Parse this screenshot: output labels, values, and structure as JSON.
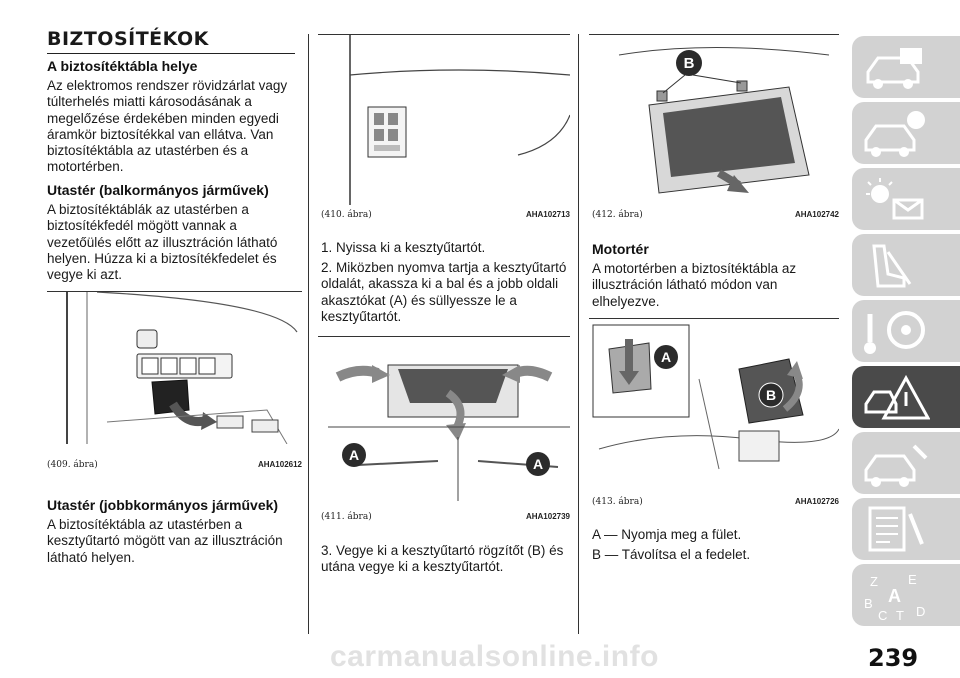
{
  "section_title": "BIZTOSÍTÉKOK",
  "col1": {
    "heading1": "A biztosítéktábla helye",
    "para1": "Az elektromos rendszer rövidzárlat vagy túlterhelés miatti károsodásának a megelőzése érdekében minden egyedi áramkör biztosítékkal van ellátva. Van biztosítéktábla az utastérben és a motortérben.",
    "heading2": "Utastér (balkormányos járművek)",
    "para2": "A biztosítéktáblák az utastérben a biztosítékfedél mögött vannak a vezetőülés előtt az illusztráción látható helyen. Húzza ki a biztosítékfedelet és vegye ki azt.",
    "fig_caption": "(409. ábra)",
    "fig_code": "AHA102612",
    "heading3": "Utastér (jobbkormányos járművek)",
    "para3": "A biztosítéktábla az utastérben a kesztyűtartó mögött van az illusztráción látható helyen."
  },
  "col2": {
    "fig1_caption": "(410. ábra)",
    "fig1_code": "AHA102713",
    "step1": "1. Nyissa ki a kesztyűtartót.",
    "step2": "2. Miközben nyomva tartja a kesztyűtartó oldalát, akassza ki a bal és a jobb oldali akasztókat (A) és süllyessze le a kesztyűtartót.",
    "fig2_caption": "(411. ábra)",
    "fig2_code": "AHA102739",
    "step3": "3. Vegye ki a kesztyűtartó rögzítőt (B) és utána vegye ki a kesztyűtartót.",
    "fig2_label_a": "A"
  },
  "col3": {
    "fig1_caption": "(412. ábra)",
    "fig1_code": "AHA102742",
    "fig1_label_b": "B",
    "heading": "Motortér",
    "para": "A motortérben a biztosítéktábla az illusztráción látható módon van elhelyezve.",
    "fig2_caption": "(413. ábra)",
    "fig2_code": "AHA102726",
    "fig2_label_a": "A",
    "fig2_label_b": "B",
    "item_a": "A — Nyomja meg a fület.",
    "item_b": "B — Távolítsa el a fedelet."
  },
  "sidebar": {
    "tabs": [
      {
        "icon": "car-dashboard-icon"
      },
      {
        "icon": "car-info-icon"
      },
      {
        "icon": "lights-warning-icon"
      },
      {
        "icon": "seat-safety-icon"
      },
      {
        "icon": "steering-key-icon"
      },
      {
        "icon": "emergency-warning-icon",
        "active": true
      },
      {
        "icon": "car-maintenance-icon"
      },
      {
        "icon": "specs-checklist-icon"
      },
      {
        "icon": "alphabetical-index-icon"
      }
    ],
    "index_letters": [
      "Z",
      "E",
      "A",
      "B",
      "C",
      "T",
      "D"
    ]
  },
  "page_number": "239",
  "watermark": "carmanualsonline.info"
}
